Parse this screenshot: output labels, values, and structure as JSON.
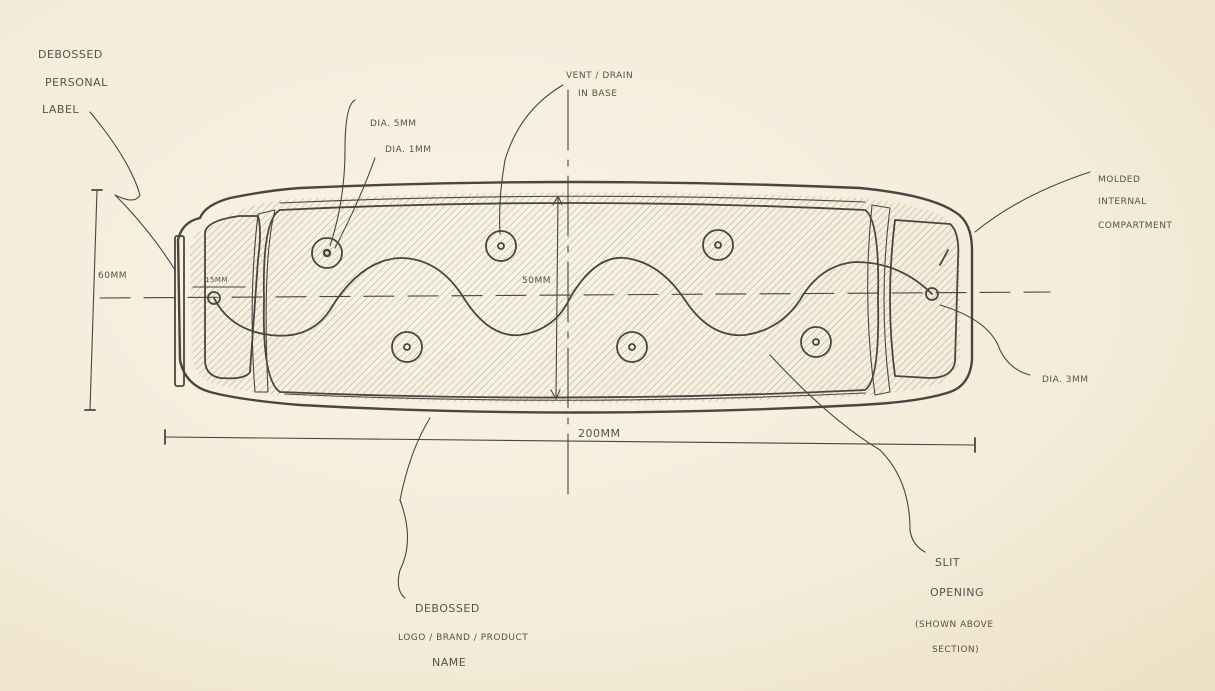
{
  "drawing": {
    "type": "hand-drawn technical section sketch",
    "paper_color": "#f5efdf",
    "ink_color": "#4a4540"
  },
  "annotations": {
    "debossed_label": [
      "DEBOSSED",
      "PERSONAL",
      "LABEL"
    ],
    "vent_drain": [
      "VENT / DRAIN",
      "IN BASE"
    ],
    "dia_5mm": "DIA. 5MM",
    "dia_1mm": "DIA. 1MM",
    "molded_compartment": [
      "MOLDED",
      "INTERNAL",
      "COMPARTMENT"
    ],
    "dia_3mm": "DIA. 3MM",
    "debossed_logo": [
      "DEBOSSED",
      "LOGO / BRAND / PRODUCT",
      "NAME"
    ],
    "slit_opening": [
      "SLIT",
      "OPENING",
      "(SHOWN ABOVE",
      "SECTION)"
    ]
  },
  "dimensions": {
    "height": "60MM",
    "inner_height": "50MM",
    "length": "200MM",
    "compartment_width": "15MM"
  }
}
